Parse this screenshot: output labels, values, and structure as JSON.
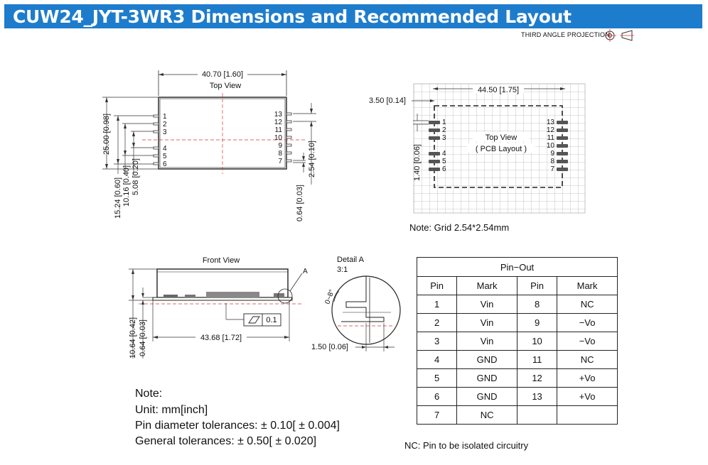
{
  "header": {
    "title": "CUW24_JYT-3WR3 Dimensions and Recommended Layout"
  },
  "projection": {
    "label": "THIRD ANGLE PROJECTION"
  },
  "top_view": {
    "title": "Top View",
    "width_dim": "40.70 [1.60]",
    "height_dim": "25.00 [0.98]",
    "pitch_a": "15.24 [0.60]",
    "pitch_b": "10.16 [0.40]",
    "pitch_c": "5.08 [0.20]",
    "right_pitch": "2.54 [0.10]",
    "pin_width": "0.64 [0.03]",
    "left_pins": [
      "1",
      "2",
      "3",
      "4",
      "5",
      "6"
    ],
    "right_pins": [
      "13",
      "12",
      "11",
      "10",
      "9",
      "8",
      "7"
    ]
  },
  "pcb_layout": {
    "title": "Top View",
    "subtitle": "( PCB Layout )",
    "width_dim": "44.50 [1.75]",
    "offset_dim": "3.50 [0.14]",
    "hole_dim": "1.40 [0.06]",
    "left_pins": [
      "1",
      "2",
      "3",
      "4",
      "5",
      "6"
    ],
    "right_pins": [
      "13",
      "12",
      "11",
      "10",
      "9",
      "8",
      "7"
    ],
    "grid_note": "Note: Grid 2.54*2.54mm"
  },
  "front_view": {
    "title": "Front View",
    "length_dim": "43.68 [1.72]",
    "height_dim": "10.64 [0.42]",
    "pin_dim": "0.64 [0.03]",
    "flatness": "0.1",
    "detail_marker": "A"
  },
  "detail_a": {
    "title": "Detail A",
    "scale": "3:1",
    "angle": "0~8°",
    "width_dim": "1.50 [0.06]"
  },
  "pinout": {
    "title": "Pin−Out",
    "headers": [
      "Pin",
      "Mark",
      "Pin",
      "Mark"
    ],
    "rows": [
      [
        "1",
        "Vin",
        "8",
        "NC"
      ],
      [
        "2",
        "Vin",
        "9",
        "−Vo"
      ],
      [
        "3",
        "Vin",
        "10",
        "−Vo"
      ],
      [
        "4",
        "GND",
        "11",
        "NC"
      ],
      [
        "5",
        "GND",
        "12",
        "+Vo"
      ],
      [
        "6",
        "GND",
        "13",
        "+Vo"
      ],
      [
        "7",
        "NC",
        "",
        ""
      ]
    ]
  },
  "notes": {
    "heading": "Note:",
    "unit": "Unit: mm[inch]",
    "pin_tol": "Pin diameter tolerances:  ± 0.10[ ± 0.004]",
    "gen_tol": "General tolerances:  ± 0.50[ ± 0.020]",
    "nc": "NC: Pin to be isolated circuitry"
  }
}
